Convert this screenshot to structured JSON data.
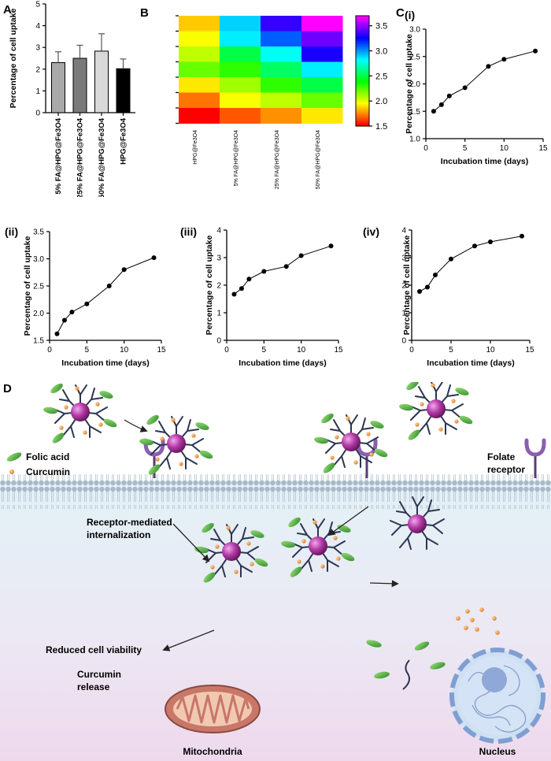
{
  "panels": {
    "A": "A",
    "B": "B",
    "C": "C",
    "D": "D"
  },
  "chart_data": [
    {
      "id": "A",
      "type": "bar",
      "categories": [
        "5% FA@HPG@Fe3O4",
        "25% FA@HPG@Fe3O4",
        "50% FA@HPG@Fe3O4",
        "HPG@Fe3O4"
      ],
      "values": [
        2.3,
        2.5,
        2.83,
        2.02
      ],
      "errors": [
        0.5,
        0.6,
        0.8,
        0.45
      ],
      "colors": [
        "#a9a9a9",
        "#7a7a7a",
        "#d9d9d9",
        "#000000"
      ],
      "ylabel": "Percentage of cell uptake",
      "ylim": [
        0,
        5
      ],
      "yticks": [
        0,
        1,
        2,
        3,
        4,
        5
      ]
    },
    {
      "id": "B",
      "type": "heatmap",
      "columns": [
        "HPG@Fe3O4",
        "5% FA@HPG@Fe3O4",
        "25% FA@HPG@Fe3O4",
        "50% FA@HPG@Fe3O4"
      ],
      "rows": 7,
      "values": [
        [
          1.85,
          2.9,
          3.35,
          3.7
        ],
        [
          1.95,
          2.85,
          3.1,
          3.45
        ],
        [
          2.05,
          2.5,
          2.8,
          3.3
        ],
        [
          2.2,
          2.3,
          2.55,
          2.85
        ],
        [
          1.9,
          2.1,
          2.3,
          2.5
        ],
        [
          1.7,
          1.95,
          2.05,
          2.2
        ],
        [
          1.5,
          1.65,
          1.75,
          1.9
        ]
      ],
      "colorbar": {
        "range": [
          1.5,
          3.7
        ],
        "ticks": [
          "3.5",
          "3.0",
          "2.5",
          "2.0",
          "1.5"
        ],
        "tickvals": [
          3.5,
          3.0,
          2.5,
          2.0,
          1.5
        ]
      }
    },
    {
      "id": "C-i",
      "type": "line",
      "panel_label": "(i)",
      "x": [
        1,
        2,
        3,
        5,
        8,
        10,
        14
      ],
      "y": [
        1.5,
        1.62,
        1.78,
        1.93,
        2.32,
        2.45,
        2.6
      ],
      "xlabel": "Incubation time (days)",
      "ylabel": "Percentage of cell uptake",
      "xlim": [
        0,
        15
      ],
      "ylim": [
        1.0,
        3.0
      ],
      "xticks": [
        "0",
        "5",
        "10",
        "15"
      ],
      "xtickvals": [
        0,
        5,
        10,
        15
      ],
      "yticks": [
        "1.0",
        "1.5",
        "2.0",
        "2.5",
        "3.0"
      ],
      "ytickvals": [
        1.0,
        1.5,
        2.0,
        2.5,
        3.0
      ]
    },
    {
      "id": "C-ii",
      "type": "line",
      "panel_label": "(ii)",
      "x": [
        1,
        2,
        3,
        5,
        8,
        10,
        14
      ],
      "y": [
        1.62,
        1.87,
        2.02,
        2.17,
        2.5,
        2.8,
        3.02
      ],
      "xlabel": "Incubation time (days)",
      "ylabel": "Percentage of cell uptake",
      "xlim": [
        0,
        15
      ],
      "ylim": [
        1.5,
        3.5
      ],
      "xticks": [
        "0",
        "5",
        "10",
        "15"
      ],
      "xtickvals": [
        0,
        5,
        10,
        15
      ],
      "yticks": [
        "1.5",
        "2.0",
        "2.5",
        "3.0",
        "3.5"
      ],
      "ytickvals": [
        1.5,
        2.0,
        2.5,
        3.0,
        3.5
      ]
    },
    {
      "id": "C-iii",
      "type": "line",
      "panel_label": "(iii)",
      "x": [
        1,
        2,
        3,
        5,
        8,
        10,
        14
      ],
      "y": [
        1.67,
        1.88,
        2.22,
        2.5,
        2.68,
        3.07,
        3.42
      ],
      "xlabel": "Incubation time (days)",
      "ylabel": "Percentage of cell uptake",
      "xlim": [
        0,
        15
      ],
      "ylim": [
        0,
        4
      ],
      "xticks": [
        "0",
        "5",
        "10",
        "15"
      ],
      "xtickvals": [
        0,
        5,
        10,
        15
      ],
      "yticks": [
        "0",
        "1",
        "2",
        "3",
        "4"
      ],
      "ytickvals": [
        0,
        1,
        2,
        3,
        4
      ]
    },
    {
      "id": "C-iv",
      "type": "line",
      "panel_label": "(iv)",
      "x": [
        1,
        2,
        3,
        5,
        8,
        10,
        14
      ],
      "y": [
        1.77,
        1.93,
        2.37,
        2.95,
        3.42,
        3.57,
        3.78
      ],
      "xlabel": "Incubation time (days)",
      "ylabel": "Percentage of cell uptake",
      "xlim": [
        0,
        15
      ],
      "ylim": [
        0,
        4
      ],
      "xticks": [
        "0",
        "5",
        "10",
        "15"
      ],
      "xtickvals": [
        0,
        5,
        10,
        15
      ],
      "yticks": [
        "0",
        "1",
        "2",
        "3",
        "4"
      ],
      "ytickvals": [
        0,
        1,
        2,
        3,
        4
      ]
    }
  ],
  "diagram": {
    "legend_folic": "Folic acid",
    "legend_curcumin": "Curcumin",
    "folate_receptor_1": "Folate",
    "folate_receptor_2": "receptor",
    "internalization_1": "Receptor-mediated",
    "internalization_2": "internalization",
    "viability": "Reduced cell viability",
    "curcumin_release_1": "Curcumin",
    "curcumin_release_2": "release",
    "mitochondria": "Mitochondria",
    "nucleus": "Nucleus"
  }
}
